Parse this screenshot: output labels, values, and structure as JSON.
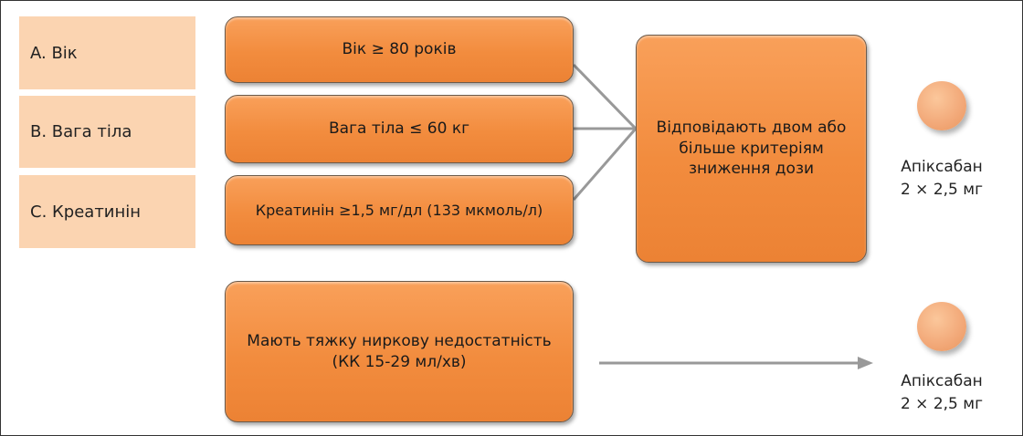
{
  "criteria_labels": [
    "A. Вік",
    "B. Вага тіла",
    "C. Креатинін"
  ],
  "criteria_boxes": [
    "Вік ≥ 80 років",
    "Вага тіла ≤ 60 кг",
    "Креатинін ≥1,5 мг/дл (133 мкмоль/л)"
  ],
  "combined_box": "Відповідають двом або більше критеріям зниження дози",
  "renal_box": {
    "line1": "Мають тяжку ниркову недостатність",
    "line2": "(КК 15-29 мл/хв)"
  },
  "dose_top": {
    "name": "Апіксабан",
    "dose": "2 × 2,5 мг"
  },
  "dose_bottom": {
    "name": "Апіксабан",
    "dose": "2 × 2,5 мг"
  }
}
